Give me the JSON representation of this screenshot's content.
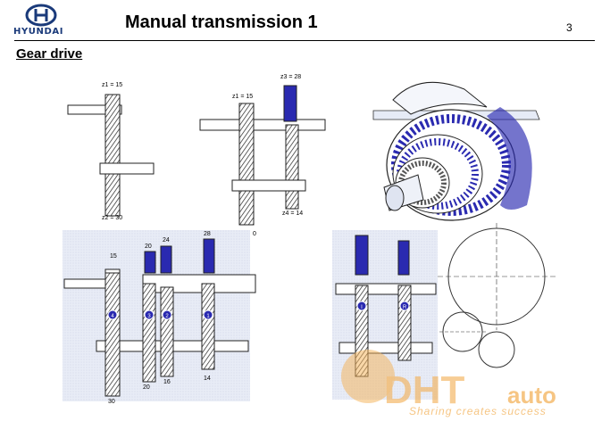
{
  "header": {
    "brand": "HYUNDAI",
    "title": "Manual transmission 1",
    "page_number": "3"
  },
  "section": {
    "title": "Gear drive"
  },
  "diagram1": {
    "z1": "z1 = 15",
    "z2": "z2 = 30"
  },
  "diagram2": {
    "z1": "z1 = 15",
    "z3": "z3 = 28",
    "z4": "z4 = 14",
    "stray": "0"
  },
  "diagram4": {
    "top_labels": [
      "15",
      "20",
      "24",
      "28"
    ],
    "bottom_labels": [
      "30",
      "20",
      "16",
      "14"
    ],
    "gear_marks": [
      "4",
      "3",
      "2",
      "1"
    ]
  },
  "diagram5": {
    "gear_marks": [
      "I",
      "R"
    ]
  },
  "watermark": {
    "logo": "DHT",
    "auto": "auto",
    "slogan": "Sharing creates success"
  },
  "colors": {
    "accent_blue": "#2a2ab0",
    "brand_blue": "#1a3a7a",
    "watermark_orange": "#f3b25a"
  }
}
